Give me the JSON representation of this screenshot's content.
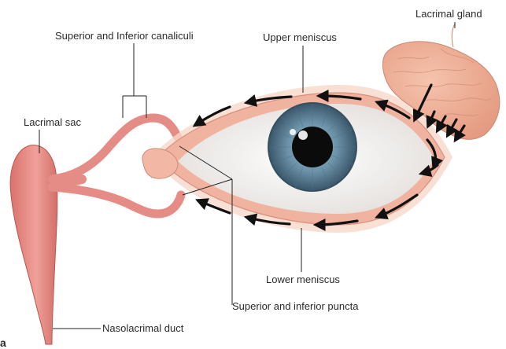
{
  "labels": {
    "lacrimal_gland": "Lacrimal gland",
    "canaliculi": "Superior and Inferior canaliculi",
    "upper_meniscus": "Upper meniscus",
    "lacrimal_sac": "Lacrimal sac",
    "lower_meniscus": "Lower meniscus",
    "puncta": "Superior and inferior puncta",
    "nasolacrimal_duct": "Nasolacrimal duct",
    "corner_mark": "a"
  },
  "colors": {
    "tissue": "#e98c87",
    "tissue_dark": "#c9625d",
    "lid_margin": "#f2b9a6",
    "lid_glow": "#f7d5c6",
    "sclera": "#f3f2f0",
    "iris_outer": "#3f5f73",
    "iris_inner": "#8fb2c6",
    "pupil": "#0b0b0b",
    "gland": "#eea98f",
    "arrow": "#111111"
  },
  "icons": {
    "flow_arrow": "black-arrowhead"
  }
}
